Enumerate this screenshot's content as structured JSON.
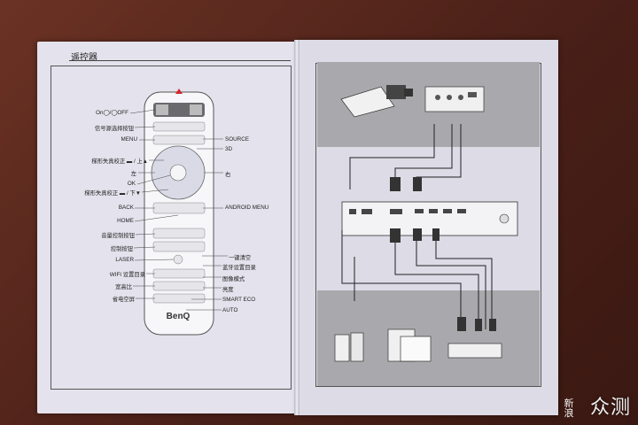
{
  "left_page": {
    "title": "遥控器",
    "remote_brand": "BenQ",
    "labels_left": [
      {
        "id": "on-off",
        "text": "On◯/◯OFF"
      },
      {
        "id": "source-select",
        "text": "信号源选择按钮"
      },
      {
        "id": "menu",
        "text": "MENU"
      },
      {
        "id": "keystone-up",
        "text": "梯形失真校正 ▬ / 上▲"
      },
      {
        "id": "left",
        "text": "左"
      },
      {
        "id": "ok",
        "text": "OK"
      },
      {
        "id": "keystone-down",
        "text": "梯形失真校正 ▬ / 下▼"
      },
      {
        "id": "back",
        "text": "BACK"
      },
      {
        "id": "home",
        "text": "HOME"
      },
      {
        "id": "volume",
        "text": "音量控制按钮"
      },
      {
        "id": "control",
        "text": "控制按钮"
      },
      {
        "id": "laser",
        "text": "LASER"
      },
      {
        "id": "wifi",
        "text": "WIFI 设置目录"
      },
      {
        "id": "aspect",
        "text": "宽高比"
      },
      {
        "id": "eco-blank",
        "text": "省电空屏"
      }
    ],
    "labels_right": [
      {
        "id": "source",
        "text": "SOURCE"
      },
      {
        "id": "3d",
        "text": "3D"
      },
      {
        "id": "right",
        "text": "右"
      },
      {
        "id": "android-menu",
        "text": "ANDROID MENU"
      },
      {
        "id": "blank",
        "text": "一键清空"
      },
      {
        "id": "bt",
        "text": "蓝牙设置目录"
      },
      {
        "id": "picture",
        "text": "图像模式"
      },
      {
        "id": "brightness",
        "text": "亮度"
      },
      {
        "id": "smart-eco",
        "text": "SMART ECO"
      },
      {
        "id": "auto",
        "text": "AUTO"
      }
    ]
  },
  "watermark": {
    "small": "新浪",
    "large": "众测"
  },
  "colors": {
    "page": "#e4e2ec",
    "panel": "#a9a9ad",
    "table": "#5a2a1f"
  }
}
